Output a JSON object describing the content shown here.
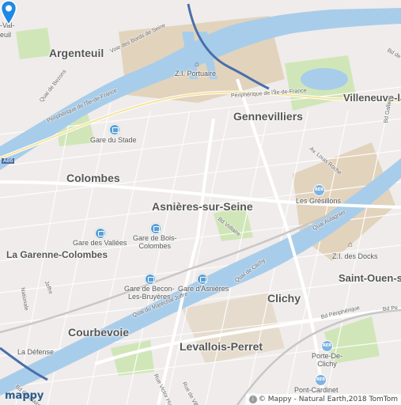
{
  "map": {
    "cities": {
      "argenteuil": "Argenteuil",
      "gennevilliers": "Gennevilliers",
      "colombes": "Colombes",
      "asnieres": "Asnières-sur-Seine",
      "la_garenne": "La Garenne-Colombes",
      "clichy": "Clichy",
      "courbevoie": "Courbevoie",
      "levallois": "Levallois-Perret",
      "saint_ouen": "Saint-Ouen-s",
      "villeneuve": "Villeneuve-la",
      "val": "-Val-",
      "euil": "euil",
      "defense": "La Défense"
    },
    "places": {
      "zi_portuaire": "Z.I. Portuaire",
      "gare_du_stade": "Gare du Stade",
      "les_gresillons": "Les Grésillons",
      "gare_des_vallees": "Gare des Vallées",
      "gare_de_bois_colombes": "Gare de Bois-\nColombes",
      "zi_des_docks": "Z.I. des Docks",
      "gare_becon": "Gare de Becon-\nLes-Bruyères",
      "gare_asnieres": "Gare d'Asnières",
      "porte_de_clichy": "Porte-De-\nClichy",
      "pont_cardinet": "Pont-Cardinet"
    },
    "streets": {
      "bords_seine": "Voie des Bords de Seine",
      "quai_bezons": "Quai de Bezons",
      "periph_ile_france_w": "Périphérique de l'Île-de-France",
      "periph_ile_france_e": "Périphérique de l'Île-de-France",
      "av_louis_roche": "Av. Louis Roche",
      "bd_voltaire": "Bd Voltaire",
      "quai_aulagnier": "Quai Aulagnier",
      "quai_clichy": "Quai de Clichy",
      "quai_marechal_joffre": "Quai du Maréchal Joffre",
      "bd_peripherique": "Bd Périphérique",
      "bd_pe": "Bd Pe",
      "bd_gallieni": "Bd Gallieni",
      "rue_villiers": "Rue de Villiers",
      "rue_victor_hugo": "Rue Victor Hugo",
      "bd_circulaire": "Bd Circulaire",
      "a86": "A86",
      "nationale": "Nationale",
      "joffre": "Joffre",
      "bd_de": "Bd de"
    },
    "rer_label": "RER",
    "logo": "mappy",
    "attribution": "© Mappy - Natural Earth,2018 TomTom",
    "icons": {
      "marker": "location-pin-icon",
      "station": "train-station-icon",
      "rer": "rer-icon",
      "industry": "factory-icon"
    },
    "colors": {
      "water": "#a8cdea",
      "park": "#d0e6b8",
      "road": "#ffffff",
      "background": "#efeceb",
      "pin": "#1e88e5"
    }
  }
}
